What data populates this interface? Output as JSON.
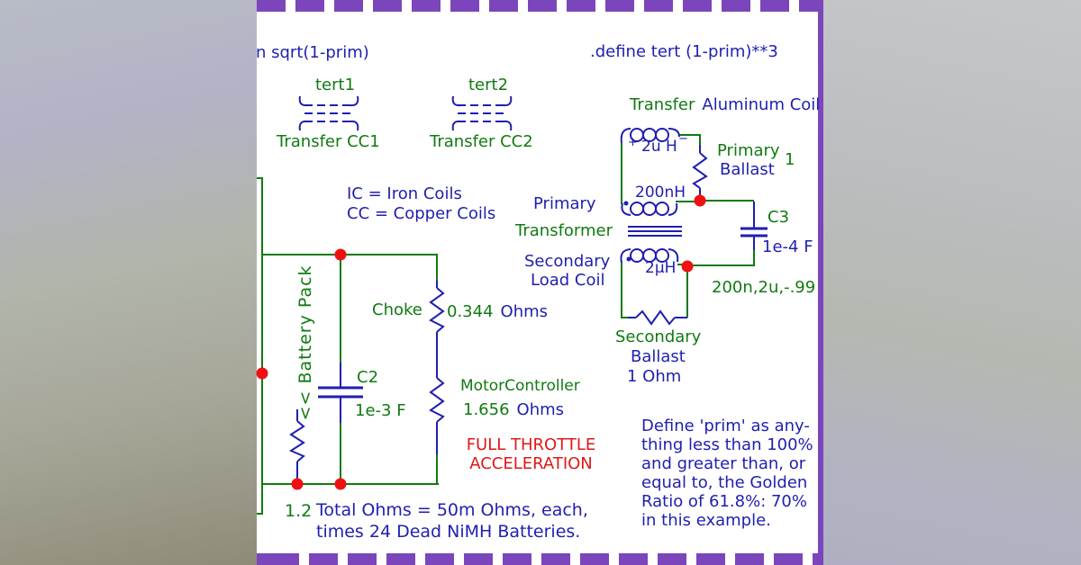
{
  "palette": {
    "blue": "#1f1fb0",
    "green": "#117a11",
    "red": "#e01818",
    "node": "#ef1111",
    "purple": "#7b46bb"
  },
  "header": {
    "define_left": "n sqrt(1-prim)",
    "define_right": ".define tert (1-prim)**3"
  },
  "couplers": {
    "k1_name": "tert1",
    "k1_label": "Transfer CC1",
    "k2_name": "tert2",
    "k2_label": "Transfer CC2"
  },
  "legend": {
    "line1": "IC = Iron Coils",
    "line2": "CC = Copper Coils"
  },
  "transformer": {
    "title_green": "Transfer",
    "title_blue": "Aluminum Coil",
    "primary_label": "Primary",
    "transformer_label": "Transformer",
    "secondary_label": "Secondary",
    "load_coil_label": "Load Coil",
    "top_coil_plus": "+",
    "top_coil_value": "2u H",
    "top_coil_minus": "−",
    "primary_coil_value": "200nH",
    "secondary_coil_value": "2µH",
    "primary_ballast_name": "Primary",
    "primary_ballast_name2": "Ballast",
    "primary_ballast_value": "1",
    "c3_name": "C3",
    "c3_value": "1e-4 F",
    "k_params": "200n,2u,-.99",
    "secondary_ballast_name": "Secondary",
    "secondary_ballast_name2": "Ballast",
    "secondary_ballast_value": "1 Ohm"
  },
  "battery": {
    "label": "<< Battery Pack",
    "r_value": "1.2",
    "note_line1": "Total Ohms = 50m Ohms, each,",
    "note_line2": "times 24 Dead NiMH Batteries."
  },
  "left_circuit": {
    "choke_name": "Choke",
    "choke_value": "0.344",
    "choke_unit": "Ohms",
    "c2_name": "C2",
    "c2_value": "1e-3 F",
    "motor_name": "MotorController",
    "motor_value": "1.656",
    "motor_unit": "Ohms",
    "throttle_line1": "FULL THROTTLE",
    "throttle_line2": "ACCELERATION"
  },
  "note": {
    "lines": [
      "Define 'prim' as any-",
      "thing less than 100%",
      "and greater than, or",
      "equal to, the Golden",
      "Ratio of 61.8%: 70%",
      "in this example."
    ]
  }
}
